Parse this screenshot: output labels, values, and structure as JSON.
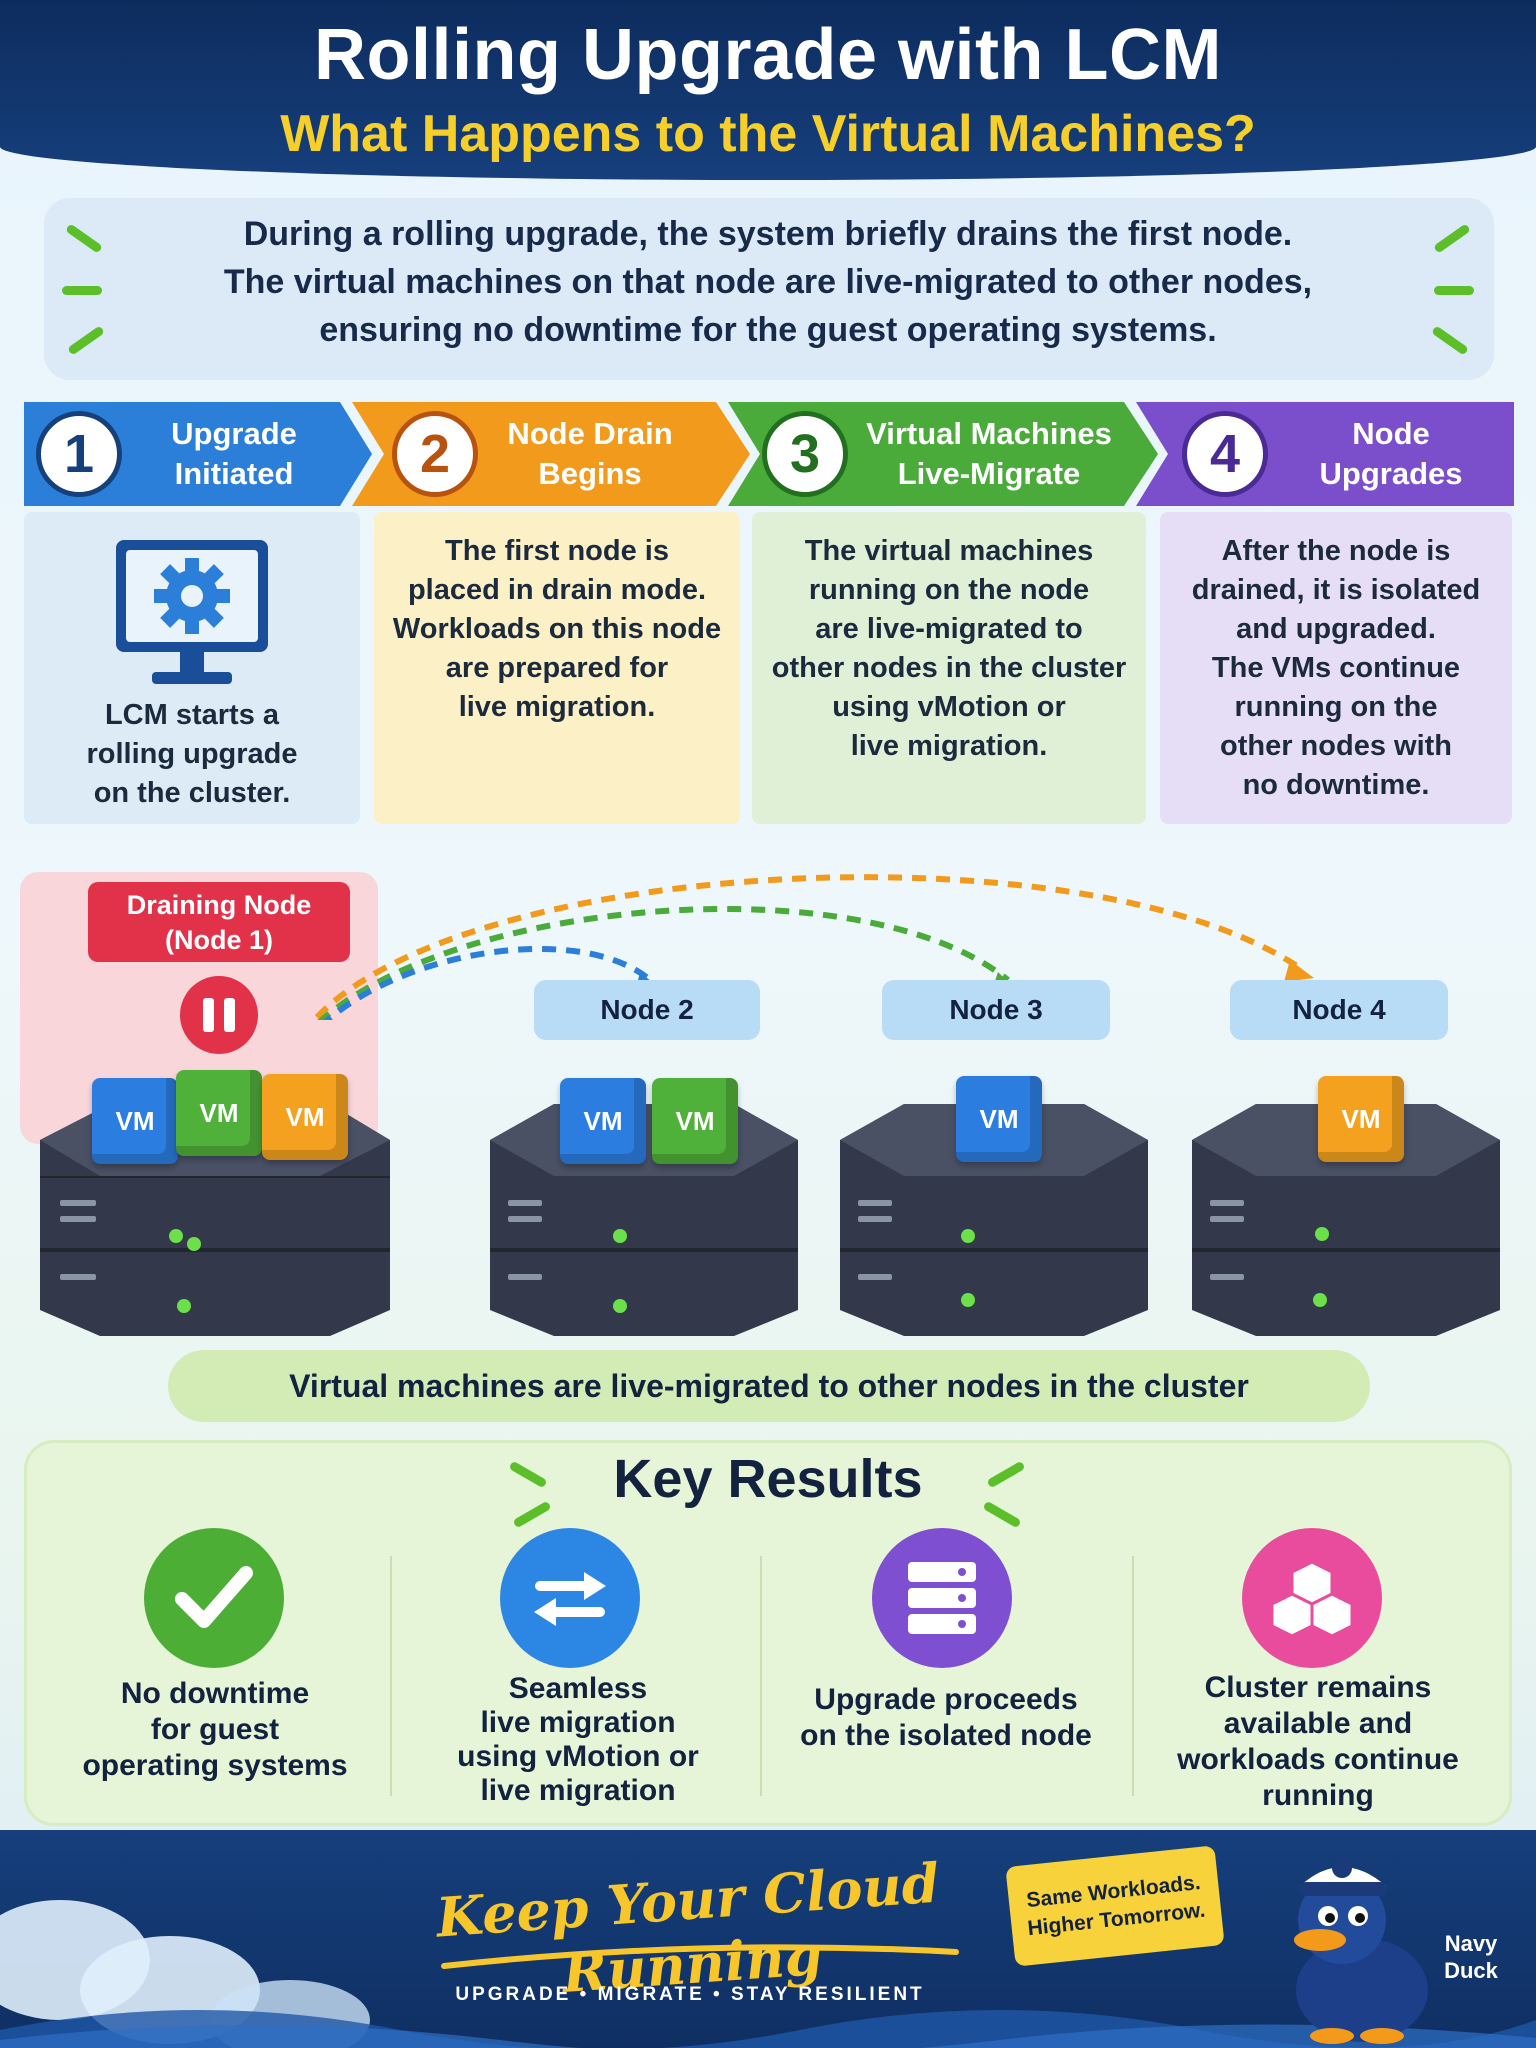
{
  "header": {
    "title": "Rolling Upgrade with LCM",
    "subtitle": "What Happens to the Virtual Machines?"
  },
  "intro": {
    "line1": "During a rolling upgrade, the system briefly drains the first node.",
    "line2": "The virtual machines on that node are live-migrated to other nodes,",
    "line3": "ensuring no downtime for the guest operating systems."
  },
  "steps": [
    {
      "number": "1",
      "title1": "Upgrade",
      "title2": "Initiated",
      "color": "#2c7fd8",
      "desc": [
        "LCM starts a",
        "rolling upgrade",
        "on the cluster."
      ]
    },
    {
      "number": "2",
      "title1": "Node Drain",
      "title2": "Begins",
      "color": "#f29a1c",
      "desc": [
        "The first node is",
        "placed in drain mode.",
        "Workloads on this node",
        "are prepared for",
        "live migration."
      ]
    },
    {
      "number": "3",
      "title1": "Virtual Machines",
      "title2": "Live-Migrate",
      "color": "#4aab3a",
      "desc": [
        "The virtual machines",
        "running on the node",
        "are live-migrated to",
        "other nodes in the cluster",
        "using vMotion or",
        "live migration."
      ]
    },
    {
      "number": "4",
      "title1": "Node Upgrades",
      "title2": "",
      "color": "#7b4fcc",
      "desc": [
        "After the node is",
        "drained, it is isolated",
        "and upgraded.",
        "The VMs continue",
        "running on the",
        "other nodes with",
        "no downtime."
      ]
    }
  ],
  "diagram": {
    "draining_label_1": "Draining Node",
    "draining_label_2": "(Node 1)",
    "vm_label": "VM",
    "nodes": [
      "Node 2",
      "Node 3",
      "Node 4"
    ],
    "caption": "Virtual machines are live-migrated to other nodes in the cluster"
  },
  "results": {
    "title": "Key Results",
    "items": [
      {
        "icon": "checkmark-icon",
        "color": "#4cae34",
        "lines": [
          "No downtime",
          "for guest",
          "operating systems"
        ]
      },
      {
        "icon": "swap-arrows-icon",
        "color": "#2c86e4",
        "lines": [
          "Seamless",
          "live migration",
          "using vMotion or",
          "live migration"
        ]
      },
      {
        "icon": "server-stack-icon",
        "color": "#7e4fd0",
        "lines": [
          "Upgrade proceeds",
          "on the isolated node"
        ]
      },
      {
        "icon": "cubes-icon",
        "color": "#e94c9c",
        "lines": [
          "Cluster remains",
          "available and",
          "workloads continue",
          "running"
        ]
      }
    ]
  },
  "footer": {
    "title": "Keep Your Cloud Running",
    "subtitle": "UPGRADE  •  MIGRATE  •  STAY RESILIENT",
    "tagline1": "Same Workloads.",
    "tagline2": "Higher Tomorrow.",
    "brand1": "Navy",
    "brand2": "Duck"
  }
}
